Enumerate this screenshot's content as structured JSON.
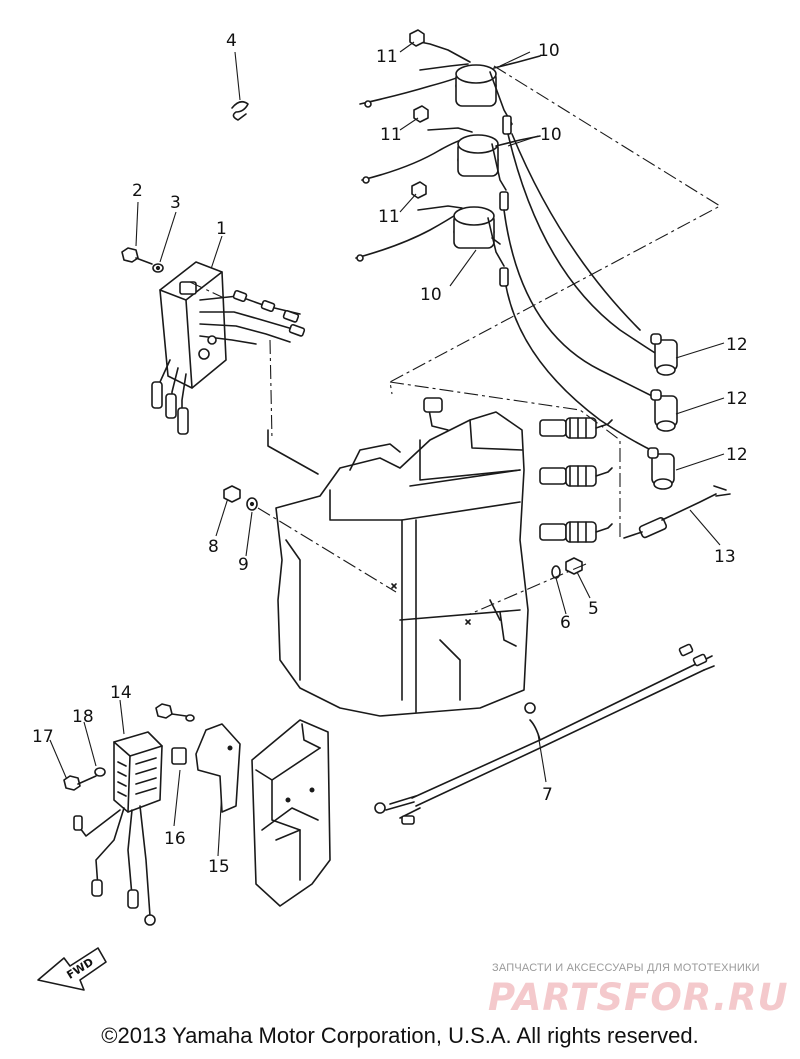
{
  "callouts": {
    "c1": "1",
    "c2": "2",
    "c3": "3",
    "c4": "4",
    "c5": "5",
    "c6": "6",
    "c7": "7",
    "c8": "8",
    "c9": "9",
    "c10a": "10",
    "c10b": "10",
    "c10c": "10",
    "c11a": "11",
    "c11b": "11",
    "c11c": "11",
    "c12a": "12",
    "c12b": "12",
    "c12c": "12",
    "c13": "13",
    "c14": "14",
    "c15": "15",
    "c16": "16",
    "c17": "17",
    "c18": "18"
  },
  "fwd_label": "FWD",
  "watermark": {
    "tagline": "ЗАПЧАСТИ И АКСЕССУАРЫ ДЛЯ МОТОТЕХНИКИ",
    "logo": "PARTSFOR.RU",
    "logo_color": "#f4c9cc"
  },
  "copyright": "©2013 Yamaha Motor Corporation, U.S.A. All rights reserved."
}
